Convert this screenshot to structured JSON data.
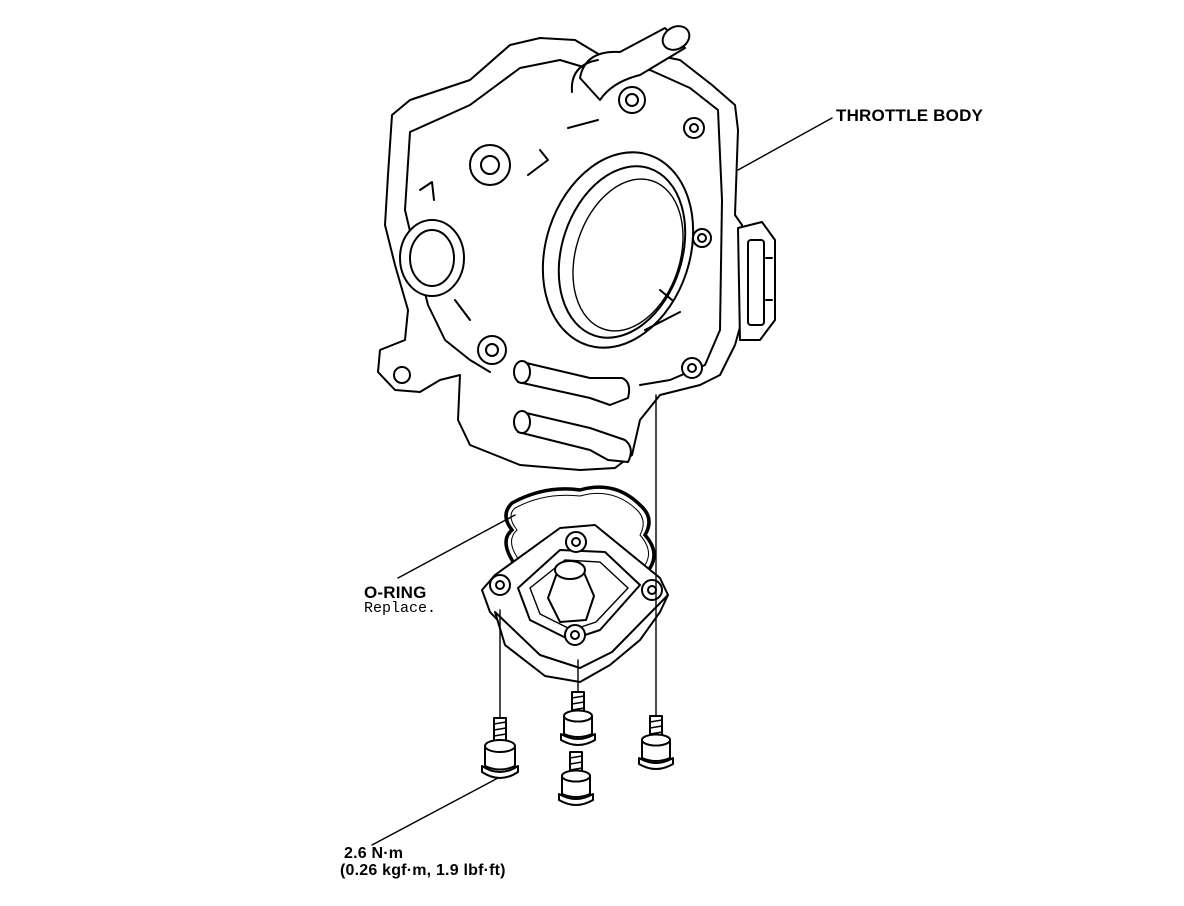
{
  "labels": {
    "throttle_body": "THROTTLE BODY",
    "o_ring": "O-RING",
    "o_ring_note": "Replace.",
    "torque_nm": "2.6 N·m",
    "torque_alt": "(0.26 kgf·m, 1.9 lbf·ft)"
  }
}
